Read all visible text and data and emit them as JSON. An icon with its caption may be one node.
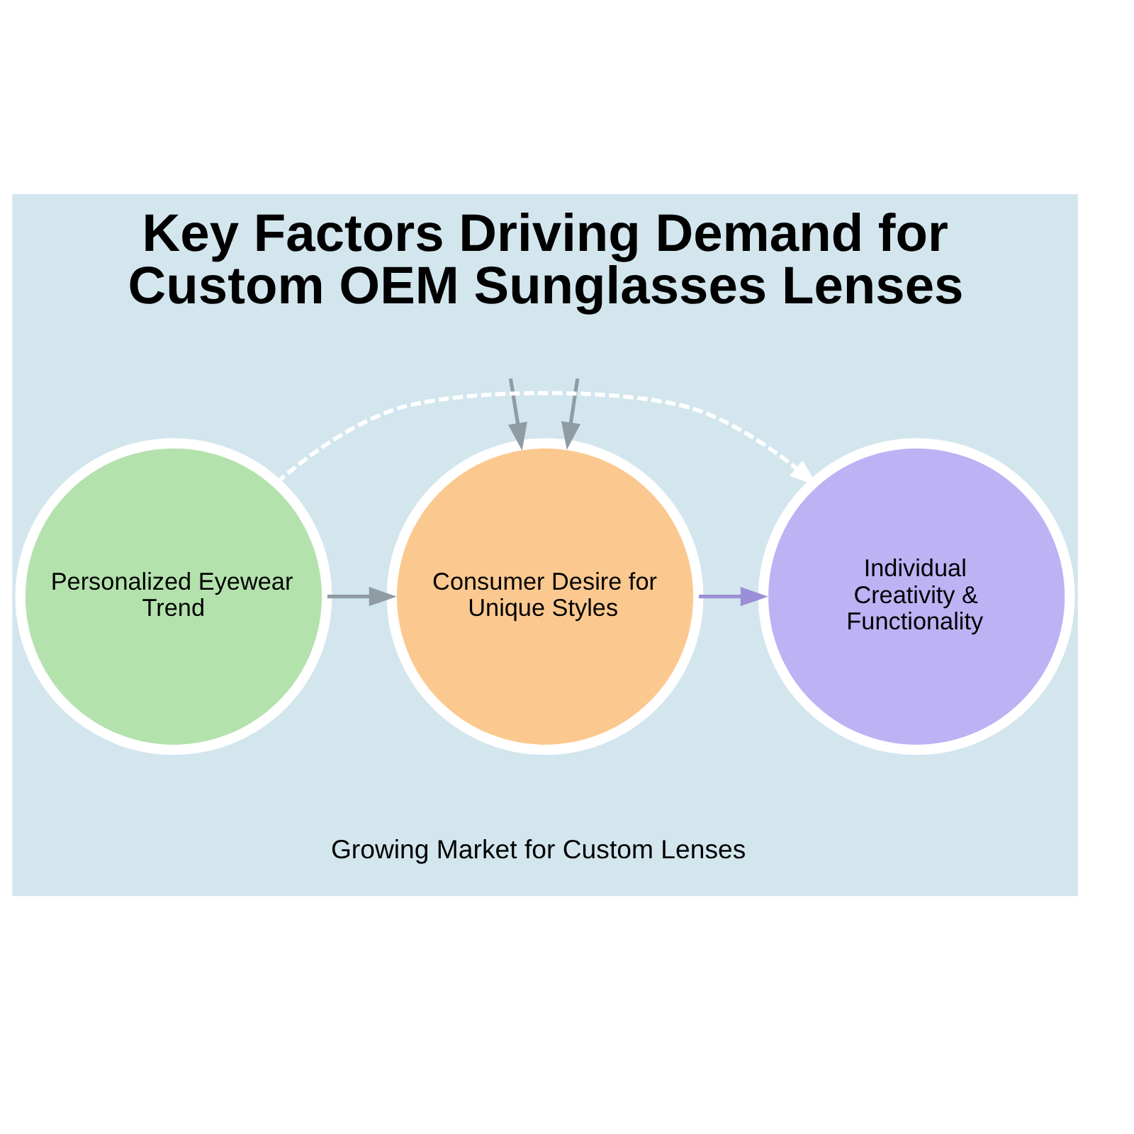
{
  "diagram": {
    "title": "Key Factors Driving Demand for Custom OEM Sunglasses Lenses",
    "caption": "Growing Market for Custom Lenses",
    "nodes": [
      {
        "text": [
          "Personalized Eyewear Trend"
        ]
      },
      {
        "text": [
          "Consumer Desire for Unique Styles"
        ]
      },
      {
        "text": [
          "Individual Creativity & Functionality"
        ]
      }
    ],
    "edges": [
      {
        "from": 0,
        "to": 1,
        "arrow": "to"
      },
      {
        "from": 1,
        "to": 2,
        "arrow": "to",
        "color": "#9b8fd6"
      },
      {
        "from": 0,
        "to": 2,
        "arrow": "to",
        "style": "dashed",
        "color": "#ffffff"
      },
      {
        "from": null,
        "to": 1,
        "arrow": "to"
      },
      {
        "from": null,
        "to": 1,
        "arrow": "to"
      }
    ]
  }
}
